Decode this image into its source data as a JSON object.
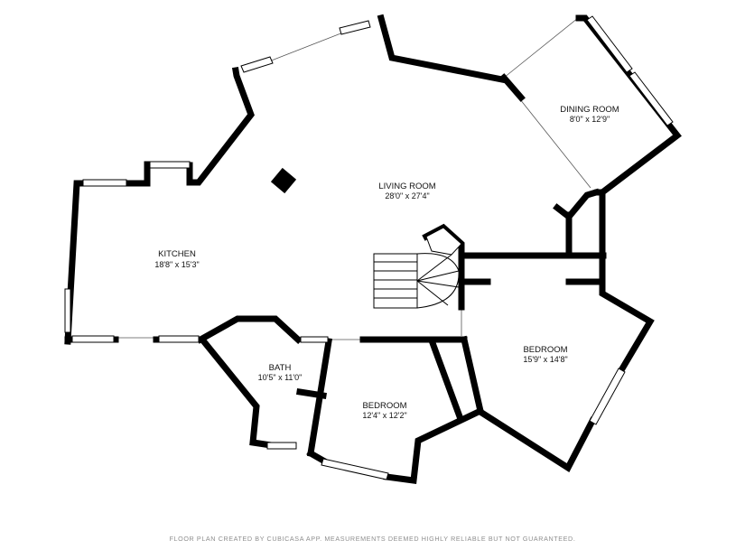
{
  "rooms": {
    "living": {
      "name": "LIVING ROOM",
      "dims": "28'0\" x 27'4\""
    },
    "dining": {
      "name": "DINING ROOM",
      "dims": "8'0\" x 12'9\""
    },
    "kitchen": {
      "name": "KITCHEN",
      "dims": "18'8\" x 15'3\""
    },
    "bedroom1": {
      "name": "BEDROOM",
      "dims": "15'9\" x 14'8\""
    },
    "bath": {
      "name": "BATH",
      "dims": "10'5\" x 11'0\""
    },
    "bedroom2": {
      "name": "BEDROOM",
      "dims": "12'4\" x 12'2\""
    }
  },
  "footer": "FLOOR PLAN CREATED BY CUBICASA APP. MEASUREMENTS DEEMED HIGHLY RELIABLE BUT NOT GUARANTEED.",
  "colors": {
    "wall": "#000000",
    "window": "#ffffff",
    "footer_text": "#8e8e8e",
    "background": "#ffffff"
  }
}
